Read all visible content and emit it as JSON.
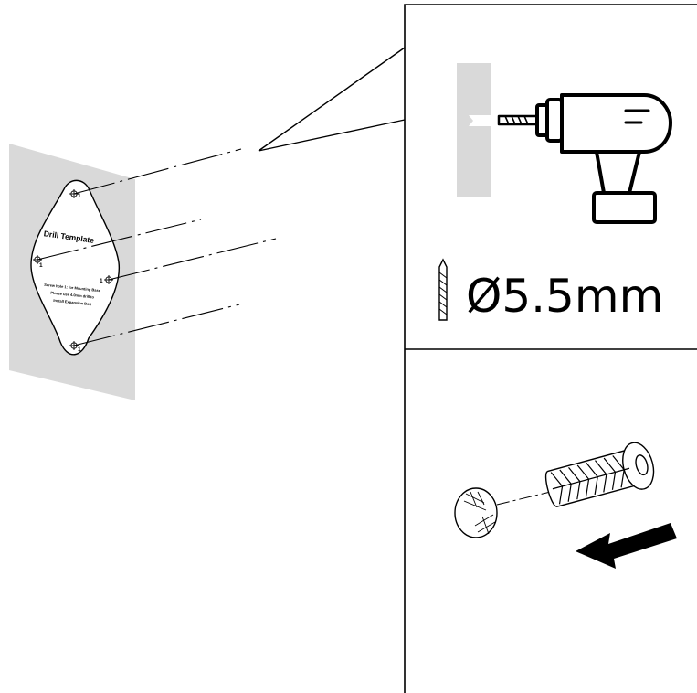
{
  "template": {
    "title": "Drill Template",
    "line1": "Screw hole 1: for Mounting Base",
    "line2": "Please use 4.0mm drill to",
    "line3": "Install Expansion Bolt",
    "hole_label": "1"
  },
  "drill_panel": {
    "diameter": "Ø5.5mm"
  },
  "colors": {
    "wall": "#d9d9d9",
    "ink": "#000000",
    "background": "#ffffff"
  }
}
